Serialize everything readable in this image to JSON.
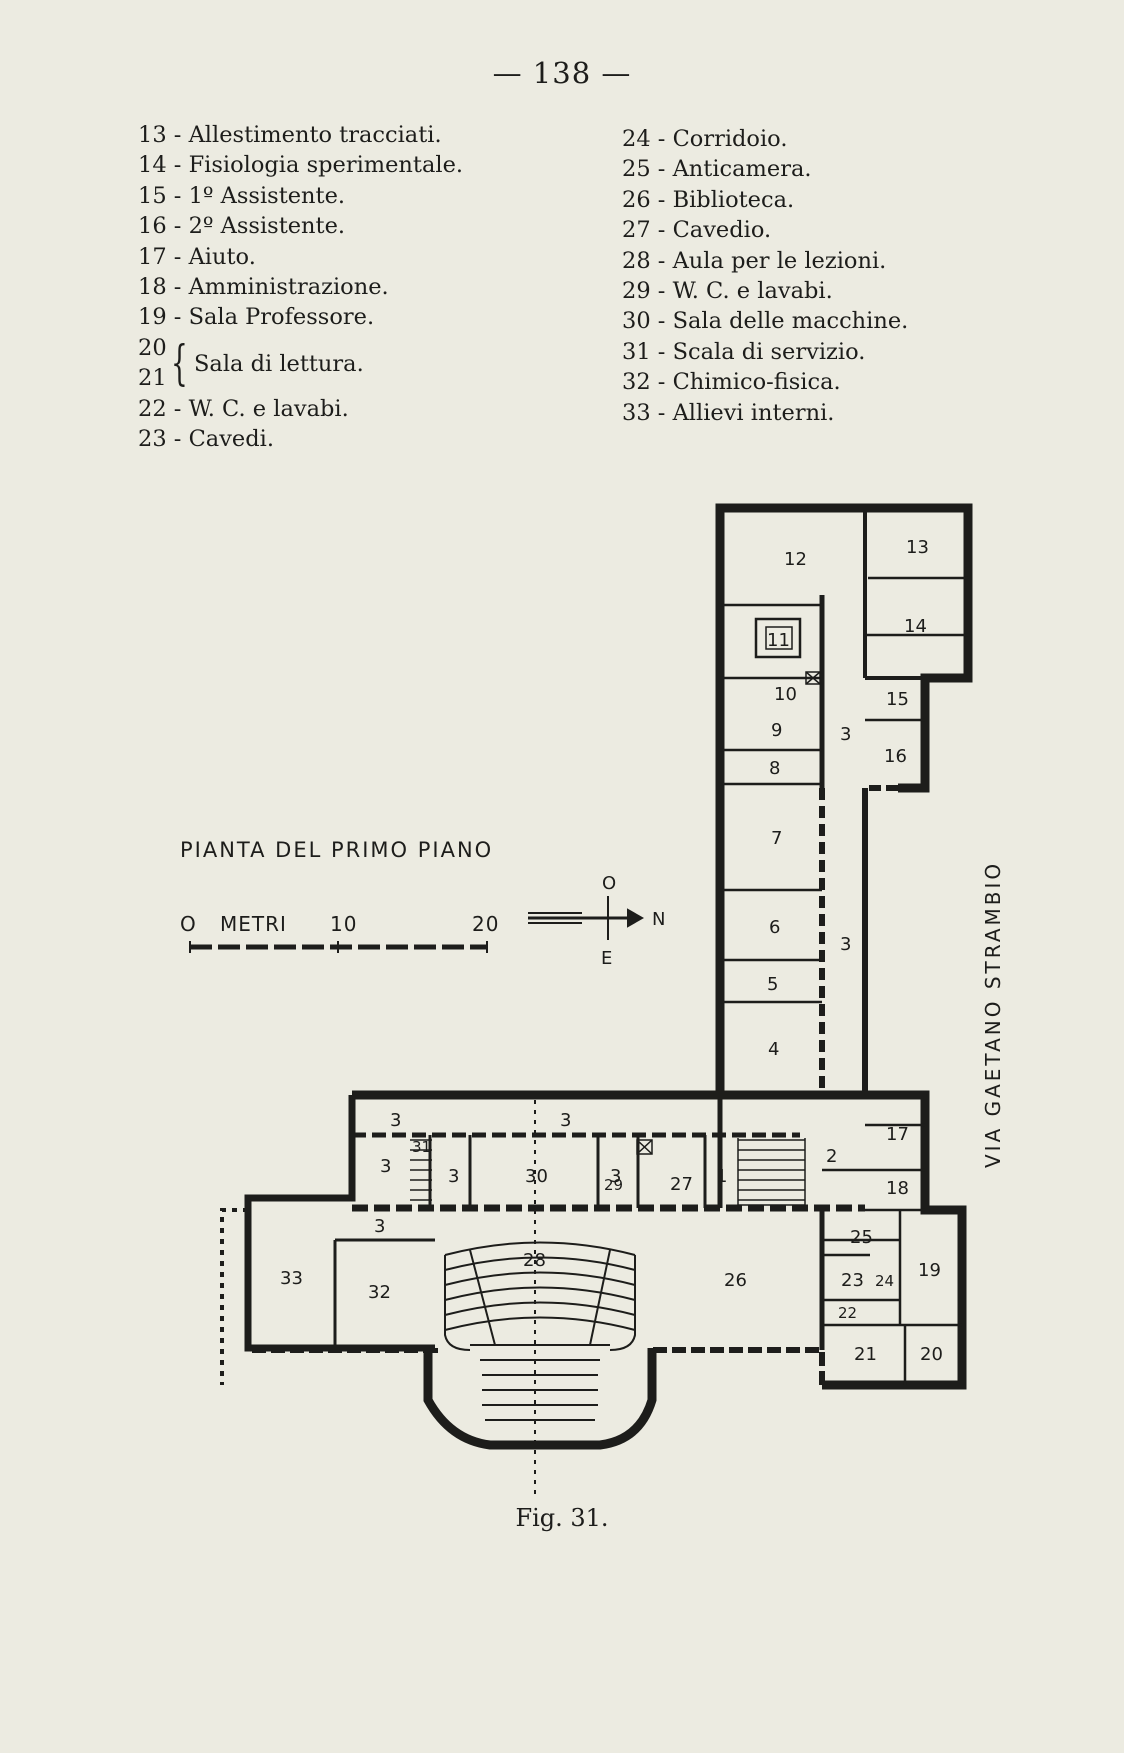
{
  "page_number": "— 138 —",
  "legend_left": [
    {
      "num": "13",
      "text": "Allestimento tracciati."
    },
    {
      "num": "14",
      "text": "Fisiologia sperimentale."
    },
    {
      "num": "15",
      "text": "1º Assistente."
    },
    {
      "num": "16",
      "text": "2º Assistente."
    },
    {
      "num": "17",
      "text": "Aiuto."
    },
    {
      "num": "18",
      "text": "Amministrazione."
    },
    {
      "num": "19",
      "text": "Sala Professore."
    },
    {
      "num": "22",
      "text": "W. C. e lavabi."
    },
    {
      "num": "23",
      "text": "Cavedi."
    }
  ],
  "legend_brace": {
    "num_a": "20",
    "num_b": "21",
    "text": "Sala di lettura."
  },
  "legend_right": [
    {
      "num": "24",
      "text": "Corridoio."
    },
    {
      "num": "25",
      "text": "Anticamera."
    },
    {
      "num": "26",
      "text": "Biblioteca."
    },
    {
      "num": "27",
      "text": "Cavedio."
    },
    {
      "num": "28",
      "text": "Aula per le lezioni."
    },
    {
      "num": "29",
      "text": "W. C. e lavabi."
    },
    {
      "num": "30",
      "text": "Sala delle macchine."
    },
    {
      "num": "31",
      "text": "Scala di servizio."
    },
    {
      "num": "32",
      "text": "Chimico-fisica."
    },
    {
      "num": "33",
      "text": "Allievi interni."
    }
  ],
  "plan": {
    "title": "PIANTA DEL PRIMO PIANO",
    "scale": {
      "start": "O",
      "unit": "METRI",
      "mid": "10",
      "end": "20"
    },
    "compass": {
      "north": "N",
      "top": "O",
      "bottom": "E"
    },
    "street": "VIA GAETANO STRAMBIO",
    "rooms": {
      "r2": "2",
      "r3": "3",
      "r4": "4",
      "r5": "5",
      "r6": "6",
      "r7": "7",
      "r8": "8",
      "r9": "9",
      "r10": "10",
      "r11": "11",
      "r12": "12",
      "r13": "13",
      "r14": "14",
      "r15": "15",
      "r16": "16",
      "r17": "17",
      "r18": "18",
      "r19": "19",
      "r20": "20",
      "r21": "21",
      "r22": "22",
      "r23": "23",
      "r24": "24",
      "r25": "25",
      "r26": "26",
      "r27": "27",
      "r28": "28",
      "r29": "29",
      "r30": "30",
      "r31": "31",
      "r32": "32",
      "r33": "33",
      "r1": "1"
    }
  },
  "caption": "Fig. 31."
}
